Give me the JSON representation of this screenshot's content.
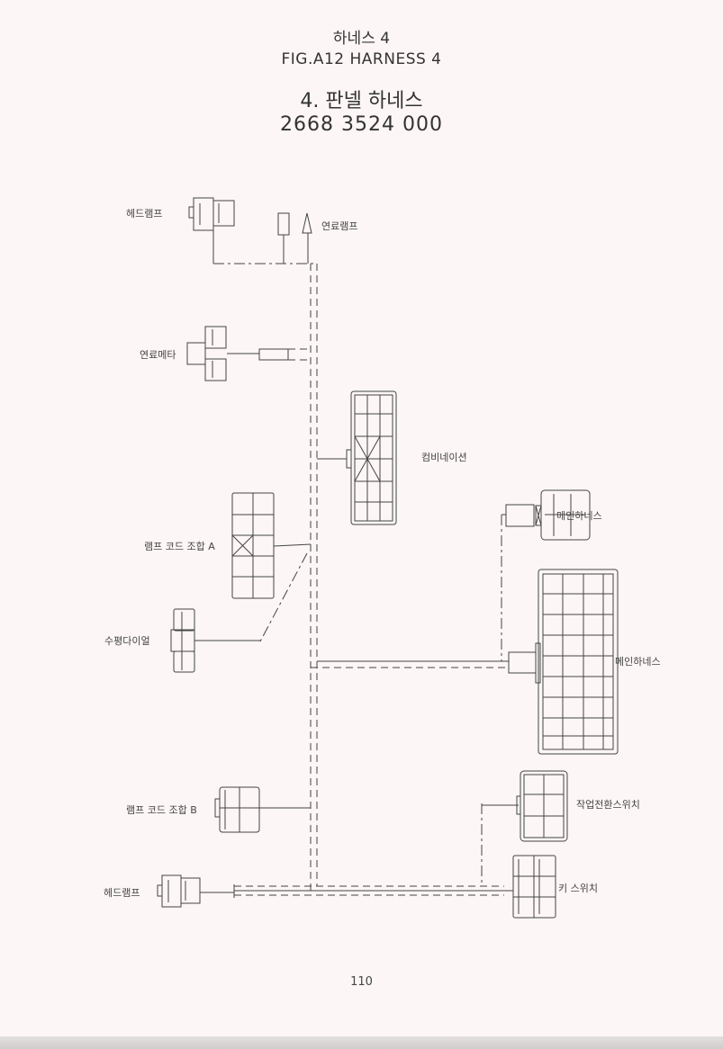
{
  "header": {
    "title_ko": "하네스 4",
    "title_en": "FIG.A12  HARNESS 4",
    "subtitle": "4. 판넬 하네스",
    "part_number": "2668 3524 000"
  },
  "components": {
    "headlamp_top": "헤드램프",
    "fuel_lamp": "연료램프",
    "fuel_meter": "연료메타",
    "combination": "컴비네이션",
    "lamp_cord_a": "램프 코드 조합 A",
    "level_dial": "수평다이얼",
    "main_harness_1": "메인하네스",
    "main_harness_2": "메인하네스",
    "lamp_cord_b": "램프 코드 조합 B",
    "headlamp_bottom": "헤드램프",
    "work_switch": "작업전환스위치",
    "key_switch": "키 스위치"
  },
  "footer": {
    "page_number": "110"
  }
}
